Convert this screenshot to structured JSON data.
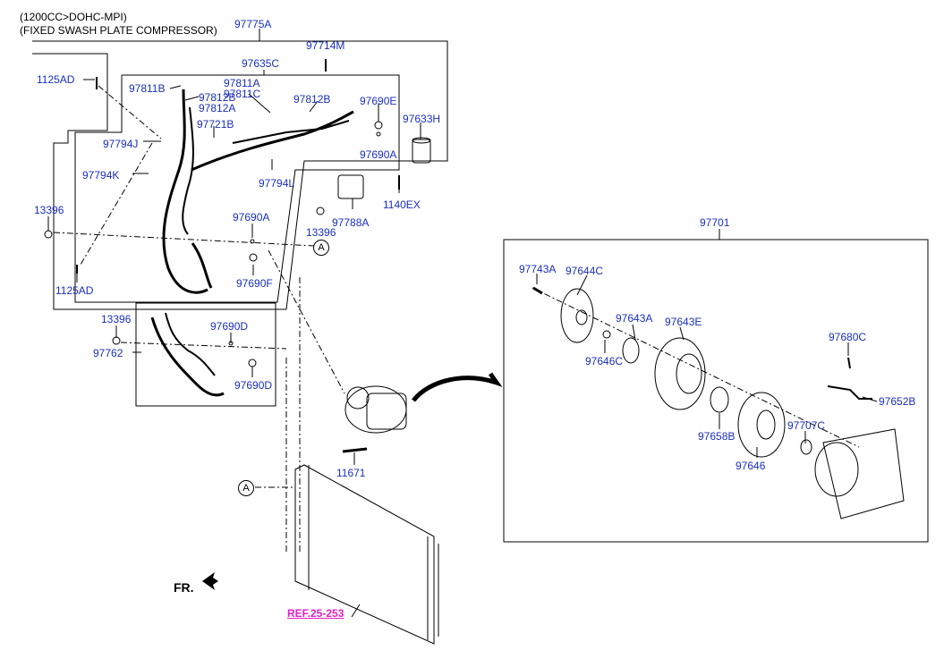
{
  "header": {
    "engine_note": "(1200CC>DOHC-MPI)",
    "compressor_note": "(FIXED SWASH PLATE COMPRESSOR)"
  },
  "parts": {
    "p97775A": "97775A",
    "p97714M": "97714M",
    "p1125AD_top": "1125AD",
    "p97635C": "97635C",
    "p97811B": "97811B",
    "p97811A": "97811A",
    "p97811C": "97811C",
    "p97812B_a": "97812B",
    "p97812A": "97812A",
    "p97812B_b": "97812B",
    "p97690E": "97690E",
    "p97721B": "97721B",
    "p97633H": "97633H",
    "p97794J": "97794J",
    "p97690A_top": "97690A",
    "p97794K": "97794K",
    "p97794L": "97794L",
    "p1140EX": "1140EX",
    "p13396_left": "13396",
    "p97690A_mid": "97690A",
    "p97788A": "97788A",
    "p13396_mid": "13396",
    "p1125AD_bot": "1125AD",
    "p97690F": "97690F",
    "p13396_low": "13396",
    "p97690D_top": "97690D",
    "p97762": "97762",
    "p97690D_bot": "97690D",
    "p11671": "11671",
    "p97701": "97701",
    "p97743A": "97743A",
    "p97644C": "97644C",
    "p97643A": "97643A",
    "p97643E": "97643E",
    "p97646C": "97646C",
    "p97680C": "97680C",
    "p97652B": "97652B",
    "p97707C": "97707C",
    "p97658B": "97658B",
    "p97646": "97646"
  },
  "callouts": {
    "a1": "A",
    "a2": "A"
  },
  "reference": {
    "label": "REF.25-253"
  },
  "orientation": {
    "label": "FR."
  },
  "colors": {
    "part_label": "#1a2fbf",
    "ref_link": "#e020c8",
    "lines": "#000000"
  }
}
